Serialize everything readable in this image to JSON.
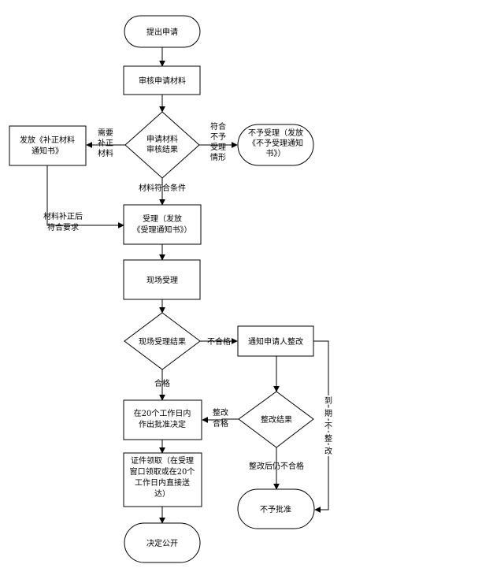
{
  "flowchart": {
    "submit": "提出申请",
    "review": "审核申请材料",
    "decision1": [
      "申请材料",
      "审核结果"
    ],
    "supplement_notice": [
      "发放《补正材料",
      "通知书》"
    ],
    "not_accepted": [
      "不予受理（发放",
      "《不予受理通知",
      "书》）"
    ],
    "accepted": [
      "受理（发放",
      "《受理通知书》）"
    ],
    "onsite": "现场受理",
    "decision2": "现场受理结果",
    "rectify_notice": "通知申请人整改",
    "decision3": "整改结果",
    "decide20": [
      "在20个工作日内",
      "作出批准决定"
    ],
    "pickup": [
      "证件领取（在受理",
      "窗口领取或在20个",
      "工作日内直接送",
      "达）"
    ],
    "not_approved": "不予批准",
    "publish": "决定公开"
  },
  "edge_labels": {
    "need_supplement": [
      "需要",
      "补正",
      "材料"
    ],
    "not_meet": [
      "符合",
      "不予",
      "受理",
      "情形"
    ],
    "materials_ok": "材料符合条件",
    "supplement_ok": [
      "材料补正后",
      "符合要求"
    ],
    "fail": "不合格",
    "pass": "合格",
    "rectified_pass": [
      "整改",
      "合格"
    ],
    "rectified_fail": "整改后仍不合格",
    "expired": [
      "到",
      "期",
      "不",
      "整",
      "改"
    ]
  }
}
